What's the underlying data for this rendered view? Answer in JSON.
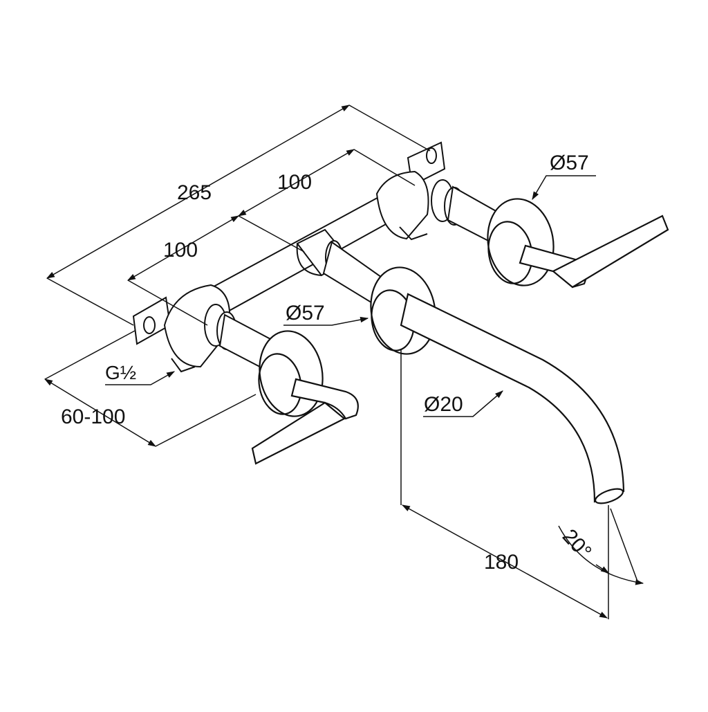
{
  "drawing": {
    "dimensions": {
      "overall_width": "265",
      "spacing_upper": "100",
      "spacing_lower": "100",
      "wall_depth": "60-100",
      "spout_reach": "180",
      "spout_angle": "20°"
    },
    "callouts": {
      "flange_right": "Ø57",
      "flange_center": "Ø57",
      "spout_diameter": "Ø20",
      "thread": "G½"
    },
    "colors": {
      "line": "#111111",
      "fill": "#ffffff",
      "shade": "#dddddd"
    }
  }
}
